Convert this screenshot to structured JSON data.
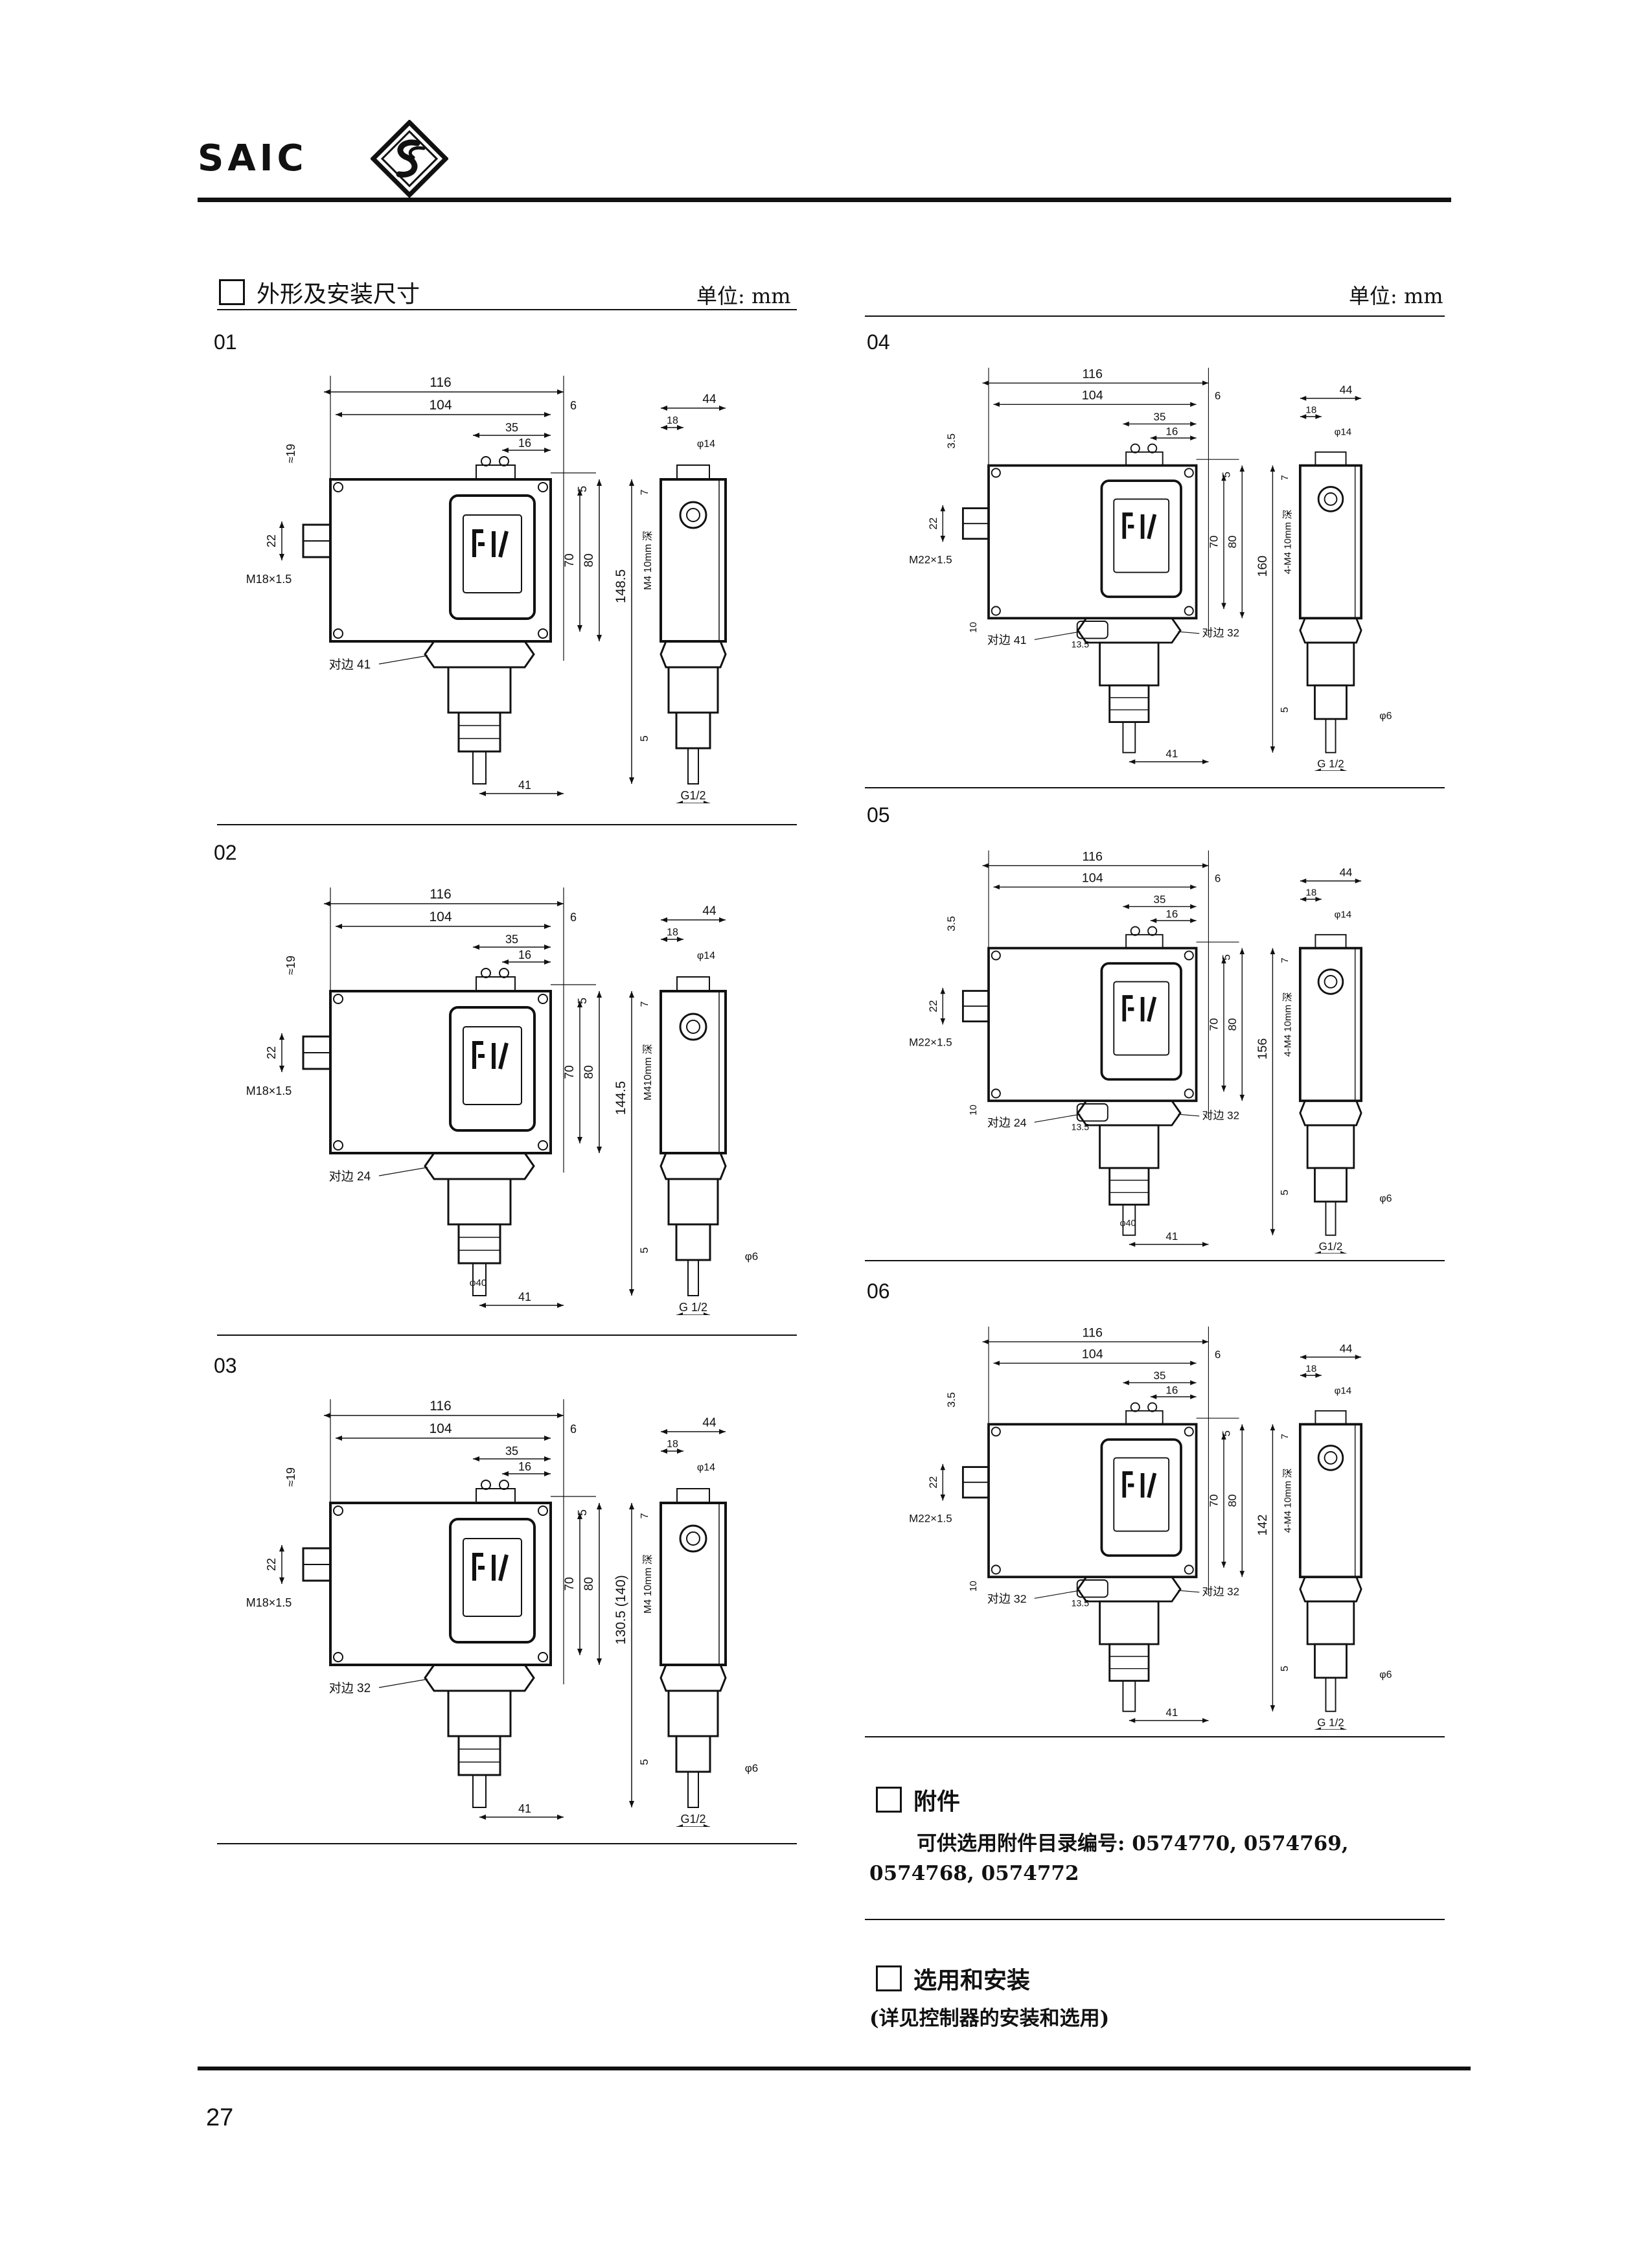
{
  "header": {
    "brand": "SAIC",
    "logo_icon": "saic-ss-logo-icon"
  },
  "section_dimensions": {
    "title": "外形及安装尺寸",
    "unit_left": "单位: mm",
    "unit_right": "单位: mm"
  },
  "drawings": [
    {
      "id": "01",
      "labels": {
        "w116": "116",
        "w104": "104",
        "d6": "6",
        "d35": "35",
        "d16": "16",
        "d5": "5",
        "d19": "≈19",
        "d22": "22",
        "thread": "M18×1.5",
        "h70": "70",
        "h80": "80",
        "hex": "对边 41",
        "d41": "41",
        "s44": "44",
        "s18": "18",
        "phi14": "φ14",
        "s7": "7",
        "mount": "M4 10mm 深",
        "htot": "148.5",
        "s5": "5",
        "g": "G1/2"
      }
    },
    {
      "id": "02",
      "labels": {
        "w116": "116",
        "w104": "104",
        "d6": "6",
        "d35": "35",
        "d16": "16",
        "d5": "5",
        "d19": "≈19",
        "d22": "22",
        "thread": "M18×1.5",
        "h70": "70",
        "h80": "80",
        "hex": "对边 24",
        "phi40": "φ40",
        "d41": "41",
        "s44": "44",
        "s18": "18",
        "phi14": "φ14",
        "s7": "7",
        "mount": "M410mm 深",
        "htot": "144.5",
        "s5": "5",
        "phi6": "φ6",
        "g": "G 1/2"
      }
    },
    {
      "id": "03",
      "labels": {
        "w116": "116",
        "w104": "104",
        "d6": "6",
        "d35": "35",
        "d16": "16",
        "d5": "5",
        "d19": "≈19",
        "d22": "22",
        "thread": "M18×1.5",
        "h70": "70",
        "h80": "80",
        "hex": "对边 32",
        "d41": "41",
        "s44": "44",
        "s18": "18",
        "phi14": "φ14",
        "s7": "7",
        "mount": "M4 10mm 深",
        "htot": "130.5 (140)",
        "s5": "5",
        "phi6": "φ6",
        "g": "G1/2"
      }
    },
    {
      "id": "04",
      "labels": {
        "w116": "116",
        "w104": "104",
        "d6": "6",
        "d35": "35",
        "d16": "16",
        "d5": "5",
        "d19": "3.5",
        "d22": "22",
        "thread": "M22×1.5",
        "h70": "70",
        "h80": "80",
        "hex": "对边 41",
        "hex2": "对边 32",
        "d10": "10",
        "d135": "13.5",
        "d41": "41",
        "s44": "44",
        "s18": "18",
        "phi14": "φ14",
        "s7": "7",
        "mount": "4-M4 10mm 深",
        "htot": "160",
        "s5": "5",
        "phi6": "φ6",
        "g": "G 1/2"
      }
    },
    {
      "id": "05",
      "labels": {
        "w116": "116",
        "w104": "104",
        "d6": "6",
        "d35": "35",
        "d16": "16",
        "d5": "5",
        "d19": "3.5",
        "d22": "22",
        "thread": "M22×1.5",
        "h70": "70",
        "h80": "80",
        "hex": "对边 24",
        "hex2": "对边 32",
        "d10": "10",
        "d135": "13.5",
        "phi40": "φ40",
        "d41": "41",
        "s44": "44",
        "s18": "18",
        "phi14": "φ14",
        "s7": "7",
        "mount": "4-M4 10mm 深",
        "htot": "156",
        "s5": "5",
        "phi6": "φ6",
        "g": "G1/2"
      }
    },
    {
      "id": "06",
      "labels": {
        "w116": "116",
        "w104": "104",
        "d6": "6",
        "d35": "35",
        "d16": "16",
        "d5": "5",
        "d19": "3.5",
        "d22": "22",
        "thread": "M22×1.5",
        "h70": "70",
        "h80": "80",
        "hex": "对边 32",
        "hex2": "对边 32",
        "d10": "10",
        "d135": "13.5",
        "d41": "41",
        "s44": "44",
        "s18": "18",
        "phi14": "φ14",
        "s7": "7",
        "mount": "4-M4 10mm 深",
        "htot": "142",
        "s5": "5",
        "phi6": "φ6",
        "g": "G 1/2"
      }
    }
  ],
  "accessories": {
    "title": "附件",
    "line1": "可供选用附件目录编号: 0574770, 0574769,",
    "line2": "0574768, 0574772"
  },
  "selection": {
    "title": "选用和安装",
    "note": "(详见控制器的安装和选用)"
  },
  "footer": {
    "page_number": "27"
  }
}
